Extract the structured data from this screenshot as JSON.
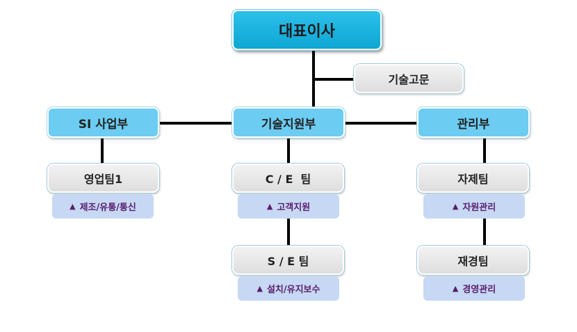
{
  "org_chart": {
    "ceo": "대표이사",
    "advisor": "기술고문",
    "departments": {
      "si": "SI 사업부",
      "tech_support": "기술지원부",
      "management": "관리부"
    },
    "teams": {
      "sales1": {
        "name": "영업팀1",
        "role": "제조/유통/통신"
      },
      "ce": {
        "name": "C / E  팀",
        "role": "고객지원"
      },
      "se": {
        "name": "S / E 팀",
        "role": "설치/유지보수"
      },
      "materials": {
        "name": "자제팀",
        "role": "자원관리"
      },
      "finance": {
        "name": "재경팀",
        "role": "경영관리"
      }
    },
    "role_marker": "▲"
  },
  "colors": {
    "ceo_fill": "#1aaedc",
    "dept_fill": "#6cccf2",
    "team_fill": "#e6e6e6",
    "tag_fill": "#c6d8f3",
    "tag_text": "#5a1d6e",
    "connector": "#000000"
  }
}
